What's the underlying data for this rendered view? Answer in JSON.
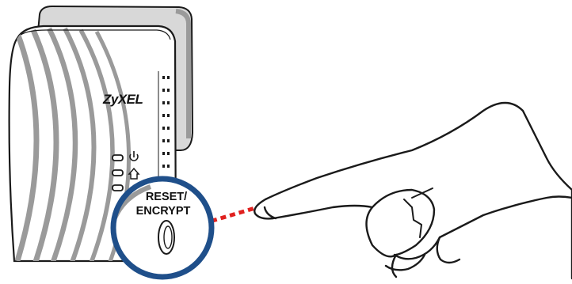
{
  "device": {
    "brand": "ZyXEL",
    "indicators": [
      {
        "icon": "power-icon"
      },
      {
        "icon": "home-icon"
      },
      {
        "icon": "ethernet-icon"
      }
    ]
  },
  "callout": {
    "label_line1": "RESET/",
    "label_line2": "ENCRYPT",
    "button_icon": "reset-button-icon"
  },
  "colors": {
    "callout_ring": "#1f4f8a",
    "pointer_line": "#e0211f",
    "outline": "#1a1a1a",
    "stripes": "#9a9a9a",
    "back_plate": "#d8d8d8"
  }
}
